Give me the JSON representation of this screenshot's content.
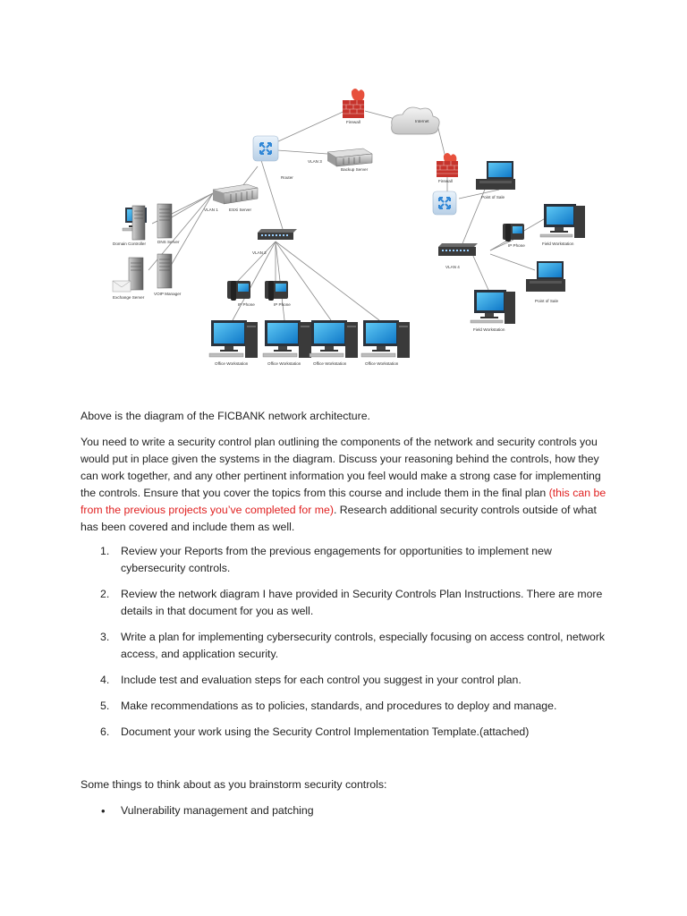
{
  "diagram": {
    "labels": {
      "firewall_top": "Firewall",
      "internet": "Internet",
      "router": "Router",
      "vlan3": "VLAN 3",
      "backup_server": "Backup Server",
      "vlan1": "VLAN 1",
      "esxi_server": "ESXi Server",
      "domain_controller": "Domain Controller",
      "dns_server": "DNS Server",
      "exchange_server": "Exchange Server",
      "voip_manager": "VOIP Manager",
      "vlan2": "VLAN 2",
      "ip_phone_1": "IP Phone",
      "ip_phone_2": "IP Phone",
      "office_ws_1": "Office Workstation",
      "office_ws_2": "Office Workstation",
      "office_ws_3": "Office Workstation",
      "office_ws_4": "Office Workstation",
      "firewall_right": "Firewall",
      "pos_1": "Point of Sale",
      "field_ws_1": "Field Workstation",
      "ip_phone_3": "IP Phone",
      "vlan4": "VLAN 4",
      "pos_2": "Point of Sale",
      "field_ws_2": "Field Workstation"
    }
  },
  "intro": "Above is the diagram of the FICBANK network architecture.",
  "para": {
    "before": "You need to write a security control plan outlining the components of the network and security controls you would put in place given the systems in the diagram. Discuss your reasoning behind the controls, how they can work together, and any other pertinent information you feel would make a strong case for implementing the controls. Ensure that you cover the topics from this course and include them in the final plan ",
    "highlight": "(this can be from the previous projects you’ve completed for me)",
    "after": ". Research additional security controls outside of what has been covered and include them as well."
  },
  "steps": [
    {
      "num": "1.",
      "text": "Review your Reports from the previous engagements for opportunities to implement new cybersecurity controls."
    },
    {
      "num": "2.",
      "text": "Review the network diagram I have provided in Security Controls Plan Instructions. There are more details in that document for you as well."
    },
    {
      "num": "3.",
      "text": "Write a plan for implementing cybersecurity controls, especially focusing on access control, network access, and application security."
    },
    {
      "num": "4.",
      "text": "Include test and evaluation steps for each control you suggest in your control plan."
    },
    {
      "num": "5.",
      "text": "Make recommendations as to policies, standards, and procedures to deploy and manage."
    },
    {
      "num": "6.",
      "text": "Document your work using the Security Control Implementation Template.(attached)"
    }
  ],
  "brainstorm": "Some things to think about as you brainstorm security controls:",
  "bullets": [
    {
      "glyph": "•",
      "text": "Vulnerability management and patching"
    }
  ]
}
